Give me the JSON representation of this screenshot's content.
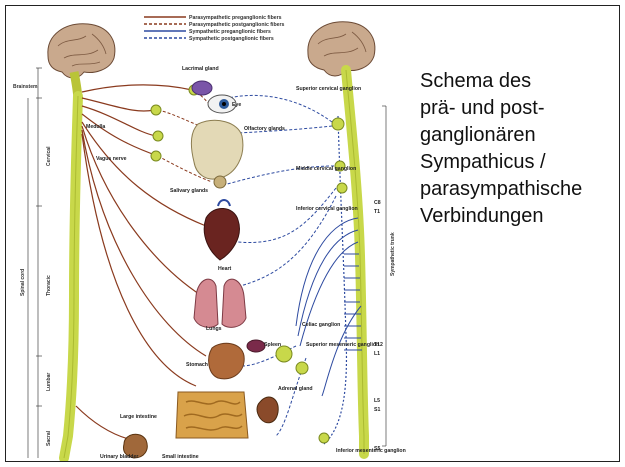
{
  "caption": {
    "lines": [
      "Schema des",
      "prä- und post-",
      "ganglionären",
      "Sympathicus /",
      "parasympathische",
      "Verbindungen"
    ]
  },
  "legend": [
    {
      "label": "Parasympathetic preganglionic fibers",
      "color": "#8a3a1e",
      "style": "solid"
    },
    {
      "label": "Parasympathetic postganglionic fibers",
      "color": "#8a3a1e",
      "style": "dashed"
    },
    {
      "label": "Sympathetic preganglionic fibers",
      "color": "#2d4aa0",
      "style": "solid"
    },
    {
      "label": "Sympathetic postganglionic fibers",
      "color": "#2d4aa0",
      "style": "dashed"
    }
  ],
  "labels": {
    "brainstem": "Brainstem",
    "medulla": "Medulla",
    "vagus": "Vagus nerve",
    "lacrimal": "Lacrimal gland",
    "eye": "Eye",
    "olfactory": "Olfactory glands",
    "salivary": "Salivary glands",
    "heart": "Heart",
    "lungs": "Lungs",
    "stomach": "Stomach",
    "spleen": "Spleen",
    "large_intestine": "Large intestine",
    "small_intestine": "Small intestine",
    "urinary_bladder": "Urinary bladder",
    "superior_cervical": "Superior cervical ganglion",
    "middle_cervical": "Middle cervical ganglion",
    "inferior_cervical": "Inferior cervical ganglion",
    "celiac": "Celiac ganglion",
    "superior_mesenteric": "Superior mesenteric ganglion",
    "adrenal": "Adrenal gland",
    "inferior_mesenteric": "Inferior mesenteric ganglion",
    "c8": "C8",
    "t1": "T1",
    "t12": "T12",
    "l1": "L1",
    "l5": "L5",
    "s1": "S1",
    "s5": "S5",
    "sympathetic_trunk": "Sympathetic trunk",
    "cervical": "Cervical",
    "thoracic": "Thoracic",
    "lumbar": "Lumbar",
    "sacral": "Sacral",
    "spinal_cord": "Spinal cord"
  },
  "colors": {
    "parasympathetic": "#8a3a1e",
    "sympathetic": "#2d4aa0",
    "cord": "#c8d84a",
    "brain": "#c9a98d"
  }
}
